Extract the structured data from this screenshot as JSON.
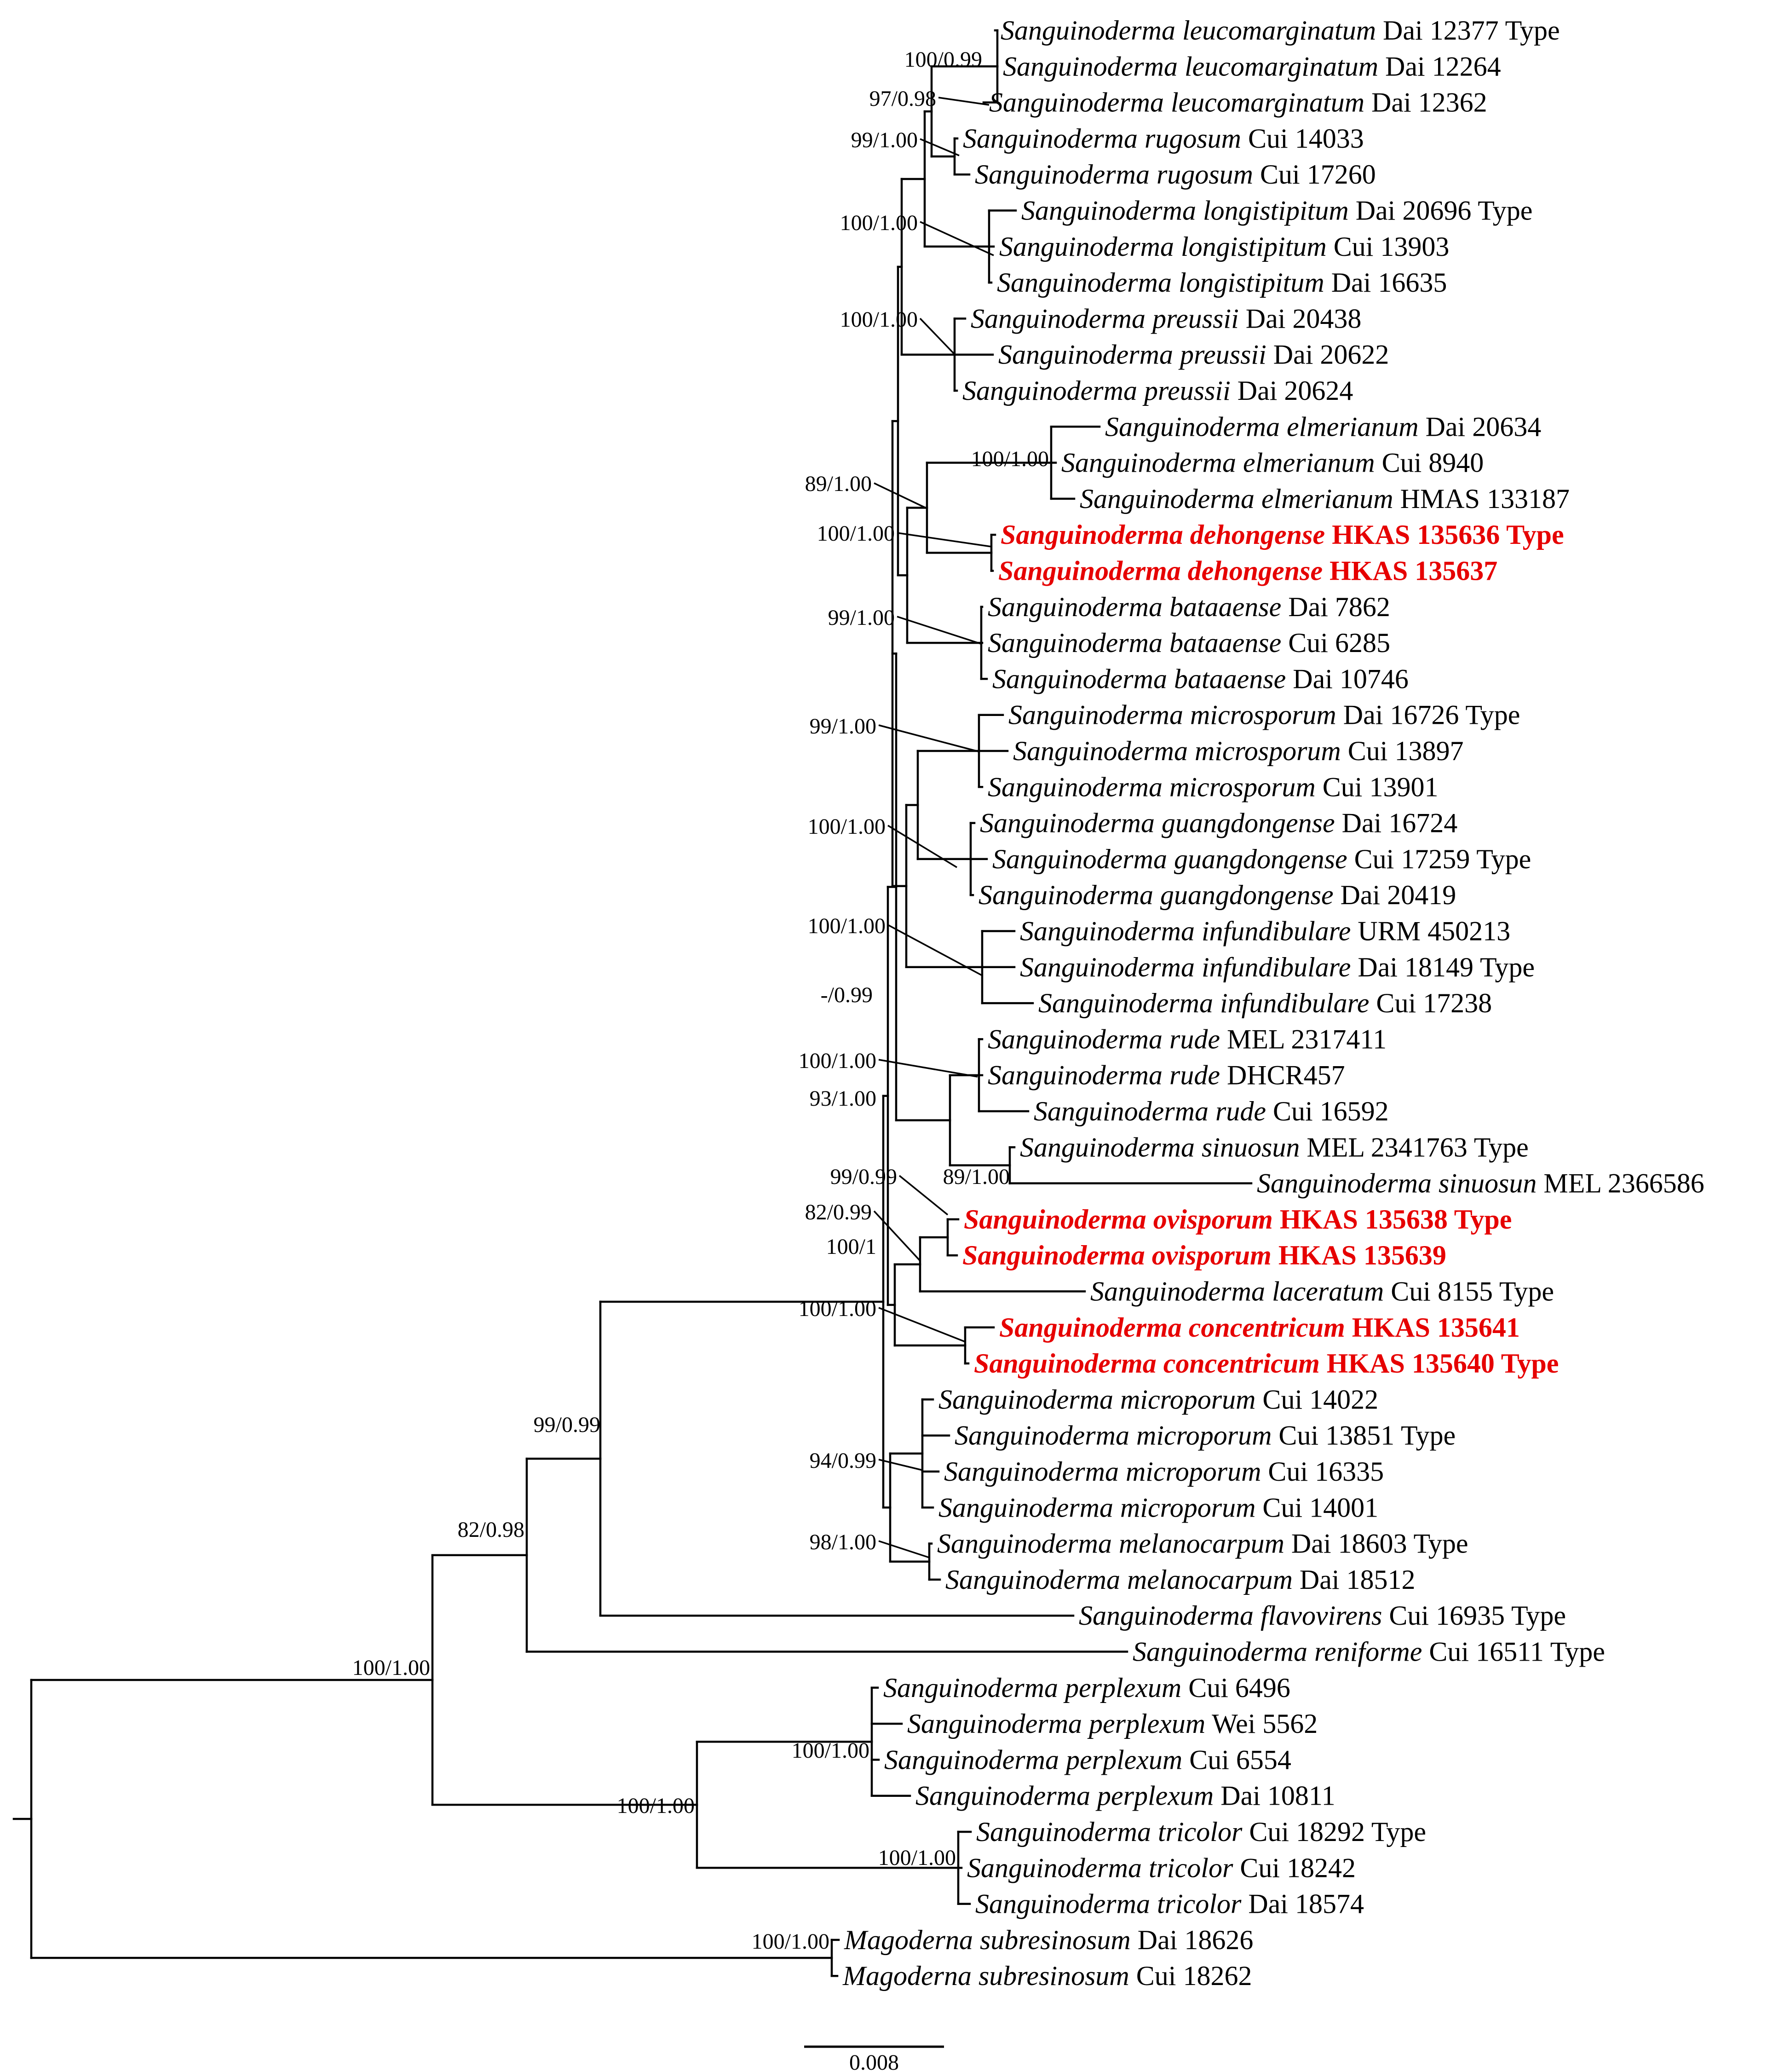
{
  "tree": {
    "highlight_color": "#e60000",
    "type_marker": "Type",
    "scale_bar": {
      "label": "0.008"
    },
    "taxa": [
      {
        "id": "t01",
        "genus": "Sanguinoderma",
        "species": "leucomarginatum",
        "voucher": "Dai 12377",
        "type": true,
        "highlight": false
      },
      {
        "id": "t02",
        "genus": "Sanguinoderma",
        "species": "leucomarginatum",
        "voucher": "Dai 12264",
        "type": false,
        "highlight": false
      },
      {
        "id": "t03",
        "genus": "Sanguinoderma",
        "species": "leucomarginatum",
        "voucher": "Dai 12362",
        "type": false,
        "highlight": false
      },
      {
        "id": "t04",
        "genus": "Sanguinoderma",
        "species": "rugosum",
        "voucher": "Cui 14033",
        "type": false,
        "highlight": false
      },
      {
        "id": "t05",
        "genus": "Sanguinoderma",
        "species": "rugosum",
        "voucher": "Cui 17260",
        "type": false,
        "highlight": false
      },
      {
        "id": "t06",
        "genus": "Sanguinoderma",
        "species": "longistipitum",
        "voucher": "Dai 20696",
        "type": true,
        "highlight": false
      },
      {
        "id": "t07",
        "genus": "Sanguinoderma",
        "species": "longistipitum",
        "voucher": "Cui 13903",
        "type": false,
        "highlight": false
      },
      {
        "id": "t08",
        "genus": "Sanguinoderma",
        "species": "longistipitum",
        "voucher": "Dai 16635",
        "type": false,
        "highlight": false
      },
      {
        "id": "t09",
        "genus": "Sanguinoderma",
        "species": "preussii",
        "voucher": "Dai 20438",
        "type": false,
        "highlight": false
      },
      {
        "id": "t10",
        "genus": "Sanguinoderma",
        "species": "preussii",
        "voucher": "Dai 20622",
        "type": false,
        "highlight": false
      },
      {
        "id": "t11",
        "genus": "Sanguinoderma",
        "species": "preussii",
        "voucher": "Dai 20624",
        "type": false,
        "highlight": false
      },
      {
        "id": "t12",
        "genus": "Sanguinoderma",
        "species": "elmerianum",
        "voucher": "Dai 20634",
        "type": false,
        "highlight": false
      },
      {
        "id": "t13",
        "genus": "Sanguinoderma",
        "species": "elmerianum",
        "voucher": "Cui 8940",
        "type": false,
        "highlight": false
      },
      {
        "id": "t14",
        "genus": "Sanguinoderma",
        "species": "elmerianum",
        "voucher": "HMAS 133187",
        "type": false,
        "highlight": false
      },
      {
        "id": "t15",
        "genus": "Sanguinoderma",
        "species": "dehongense",
        "voucher": "HKAS 135636",
        "type": true,
        "highlight": true
      },
      {
        "id": "t16",
        "genus": "Sanguinoderma",
        "species": "dehongense",
        "voucher": "HKAS 135637",
        "type": false,
        "highlight": true
      },
      {
        "id": "t17",
        "genus": "Sanguinoderma",
        "species": "bataaense",
        "voucher": "Dai 7862",
        "type": false,
        "highlight": false
      },
      {
        "id": "t18",
        "genus": "Sanguinoderma",
        "species": "bataaense",
        "voucher": "Cui 6285",
        "type": false,
        "highlight": false
      },
      {
        "id": "t19",
        "genus": "Sanguinoderma",
        "species": "bataaense",
        "voucher": "Dai 10746",
        "type": false,
        "highlight": false
      },
      {
        "id": "t20",
        "genus": "Sanguinoderma",
        "species": "microsporum",
        "voucher": "Dai 16726",
        "type": true,
        "highlight": false
      },
      {
        "id": "t21",
        "genus": "Sanguinoderma",
        "species": "microsporum",
        "voucher": "Cui 13897",
        "type": false,
        "highlight": false
      },
      {
        "id": "t22",
        "genus": "Sanguinoderma",
        "species": "microsporum",
        "voucher": "Cui 13901",
        "type": false,
        "highlight": false
      },
      {
        "id": "t23",
        "genus": "Sanguinoderma",
        "species": "guangdongense",
        "voucher": "Dai 16724",
        "type": false,
        "highlight": false
      },
      {
        "id": "t24",
        "genus": "Sanguinoderma",
        "species": "guangdongense",
        "voucher": "Cui 17259",
        "type": true,
        "highlight": false
      },
      {
        "id": "t25",
        "genus": "Sanguinoderma",
        "species": "guangdongense",
        "voucher": "Dai 20419",
        "type": false,
        "highlight": false
      },
      {
        "id": "t26",
        "genus": "Sanguinoderma",
        "species": "infundibulare",
        "voucher": "URM 450213",
        "type": false,
        "highlight": false
      },
      {
        "id": "t27",
        "genus": "Sanguinoderma",
        "species": "infundibulare",
        "voucher": "Dai 18149",
        "type": true,
        "highlight": false
      },
      {
        "id": "t28",
        "genus": "Sanguinoderma",
        "species": "infundibulare",
        "voucher": "Cui 17238",
        "type": false,
        "highlight": false
      },
      {
        "id": "t29",
        "genus": "Sanguinoderma",
        "species": "rude",
        "voucher": "MEL 2317411",
        "type": false,
        "highlight": false
      },
      {
        "id": "t30",
        "genus": "Sanguinoderma",
        "species": "rude",
        "voucher": "DHCR457",
        "type": false,
        "highlight": false
      },
      {
        "id": "t31",
        "genus": "Sanguinoderma",
        "species": "rude",
        "voucher": "Cui 16592",
        "type": false,
        "highlight": false
      },
      {
        "id": "t32",
        "genus": "Sanguinoderma",
        "species": "sinuosun",
        "voucher": "MEL 2341763",
        "type": true,
        "highlight": false
      },
      {
        "id": "t33",
        "genus": "Sanguinoderma",
        "species": "sinuosun",
        "voucher": "MEL 2366586",
        "type": false,
        "highlight": false
      },
      {
        "id": "t34",
        "genus": "Sanguinoderma",
        "species": "ovisporum",
        "voucher": "HKAS 135638",
        "type": true,
        "highlight": true
      },
      {
        "id": "t35",
        "genus": "Sanguinoderma",
        "species": "ovisporum",
        "voucher": "HKAS 135639",
        "type": false,
        "highlight": true
      },
      {
        "id": "t36",
        "genus": "Sanguinoderma",
        "species": "laceratum",
        "voucher": "Cui 8155",
        "type": true,
        "highlight": false
      },
      {
        "id": "t37",
        "genus": "Sanguinoderma",
        "species": "concentricum",
        "voucher": "HKAS 135641",
        "type": false,
        "highlight": true
      },
      {
        "id": "t38",
        "genus": "Sanguinoderma",
        "species": "concentricum",
        "voucher": "HKAS 135640",
        "type": true,
        "highlight": true
      },
      {
        "id": "t39",
        "genus": "Sanguinoderma",
        "species": "microporum",
        "voucher": "Cui 14022",
        "type": false,
        "highlight": false
      },
      {
        "id": "t40",
        "genus": "Sanguinoderma",
        "species": "microporum",
        "voucher": "Cui 13851",
        "type": true,
        "highlight": false
      },
      {
        "id": "t41",
        "genus": "Sanguinoderma",
        "species": "microporum",
        "voucher": "Cui 16335",
        "type": false,
        "highlight": false
      },
      {
        "id": "t42",
        "genus": "Sanguinoderma",
        "species": "microporum",
        "voucher": "Cui 14001",
        "type": false,
        "highlight": false
      },
      {
        "id": "t43",
        "genus": "Sanguinoderma",
        "species": "melanocarpum",
        "voucher": "Dai 18603",
        "type": true,
        "highlight": false
      },
      {
        "id": "t44",
        "genus": "Sanguinoderma",
        "species": "melanocarpum",
        "voucher": "Dai 18512",
        "type": false,
        "highlight": false
      },
      {
        "id": "t45",
        "genus": "Sanguinoderma",
        "species": "flavovirens",
        "voucher": "Cui 16935",
        "type": true,
        "highlight": false
      },
      {
        "id": "t46",
        "genus": "Sanguinoderma",
        "species": "reniforme",
        "voucher": "Cui 16511",
        "type": true,
        "highlight": false
      },
      {
        "id": "t47",
        "genus": "Sanguinoderma",
        "species": "perplexum",
        "voucher": "Cui 6496",
        "type": false,
        "highlight": false
      },
      {
        "id": "t48",
        "genus": "Sanguinoderma",
        "species": "perplexum",
        "voucher": "Wei 5562",
        "type": false,
        "highlight": false
      },
      {
        "id": "t49",
        "genus": "Sanguinoderma",
        "species": "perplexum",
        "voucher": "Cui 6554",
        "type": false,
        "highlight": false
      },
      {
        "id": "t50",
        "genus": "Sanguinoderma",
        "species": "perplexum",
        "voucher": "Dai 10811",
        "type": false,
        "highlight": false
      },
      {
        "id": "t51",
        "genus": "Sanguinoderma",
        "species": "tricolor",
        "voucher": "Cui 18292",
        "type": true,
        "highlight": false
      },
      {
        "id": "t52",
        "genus": "Sanguinoderma",
        "species": "tricolor",
        "voucher": "Cui 18242",
        "type": false,
        "highlight": false
      },
      {
        "id": "t53",
        "genus": "Sanguinoderma",
        "species": "tricolor",
        "voucher": "Dai 18574",
        "type": false,
        "highlight": false
      },
      {
        "id": "t54",
        "genus": "Magoderna",
        "species": "subresinosum",
        "voucher": "Dai 18626",
        "type": false,
        "highlight": false
      },
      {
        "id": "t55",
        "genus": "Magoderna",
        "species": "subresinosum",
        "voucher": "Cui 18262",
        "type": false,
        "highlight": false
      }
    ],
    "supports": [
      {
        "id": "s_leuco",
        "text": "100/0.99"
      },
      {
        "id": "s_leuco_rug",
        "text": "97/0.98"
      },
      {
        "id": "s_rug",
        "text": "99/1.00"
      },
      {
        "id": "s_long",
        "text": "100/1.00"
      },
      {
        "id": "s_preu",
        "text": "100/1.00"
      },
      {
        "id": "s_elmer",
        "text": "100/1.00"
      },
      {
        "id": "s_elm_deh",
        "text": "89/1.00"
      },
      {
        "id": "s_deh",
        "text": "100/1.00"
      },
      {
        "id": "s_bata",
        "text": "99/1.00"
      },
      {
        "id": "s_micro",
        "text": "99/1.00"
      },
      {
        "id": "s_guang",
        "text": "100/1.00"
      },
      {
        "id": "s_infund",
        "text": "100/1.00"
      },
      {
        "id": "s_main",
        "text": "-/0.99"
      },
      {
        "id": "s_rude",
        "text": "100/1.00"
      },
      {
        "id": "s_rude_sin",
        "text": "93/1.00"
      },
      {
        "id": "s_sin",
        "text": "89/1.00"
      },
      {
        "id": "s_ovi",
        "text": "99/0.99"
      },
      {
        "id": "s_ovi_lac",
        "text": "82/0.99"
      },
      {
        "id": "s_big",
        "text": "100/1"
      },
      {
        "id": "s_conc",
        "text": "100/1.00"
      },
      {
        "id": "s_mpor",
        "text": "94/0.99"
      },
      {
        "id": "s_mel",
        "text": "98/1.00"
      },
      {
        "id": "s_flav",
        "text": "99/0.99"
      },
      {
        "id": "s_reni",
        "text": "82/0.98"
      },
      {
        "id": "s_sang",
        "text": "100/1.00"
      },
      {
        "id": "s_pt",
        "text": "100/1.00"
      },
      {
        "id": "s_perp",
        "text": "100/1.00"
      },
      {
        "id": "s_tric",
        "text": "100/1.00"
      },
      {
        "id": "s_mago",
        "text": "100/1.00"
      }
    ]
  }
}
